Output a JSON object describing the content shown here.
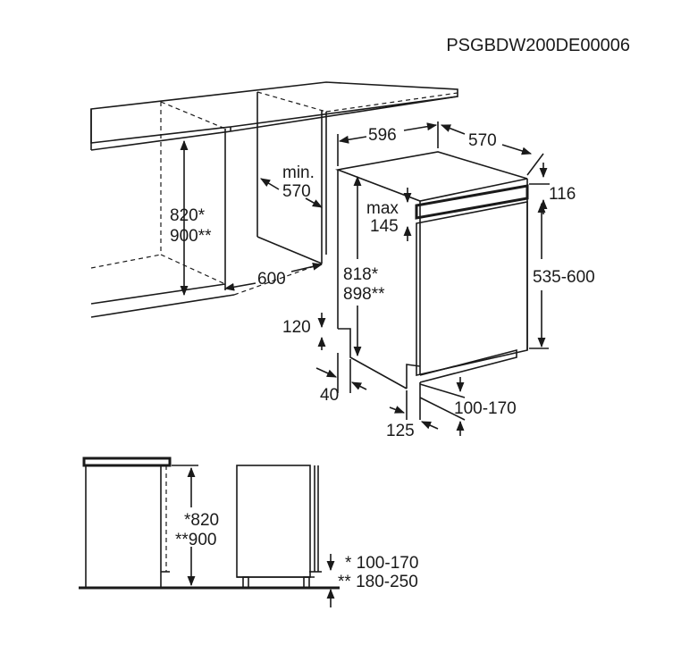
{
  "drawing_code": "PSGBDW200DE00006",
  "dimensions": {
    "niche_height": [
      "820*",
      "900**"
    ],
    "niche_width_label": "min.",
    "niche_width_value": "570",
    "niche_depth": "600",
    "appliance_width": "596",
    "appliance_depth": "570",
    "top_offset": "116",
    "panel_gap_label": "max",
    "panel_gap_value": "145",
    "appliance_height": [
      "818*",
      "898**"
    ],
    "panel_height": "535-600",
    "plinth_height": "120",
    "plinth_setback": "40",
    "plinth_depth": "125",
    "foot_adjust": "100-170"
  },
  "side_view": {
    "height": [
      "*820",
      "**900"
    ],
    "foot_adjust": [
      "* 100-170",
      "** 180-250"
    ]
  }
}
